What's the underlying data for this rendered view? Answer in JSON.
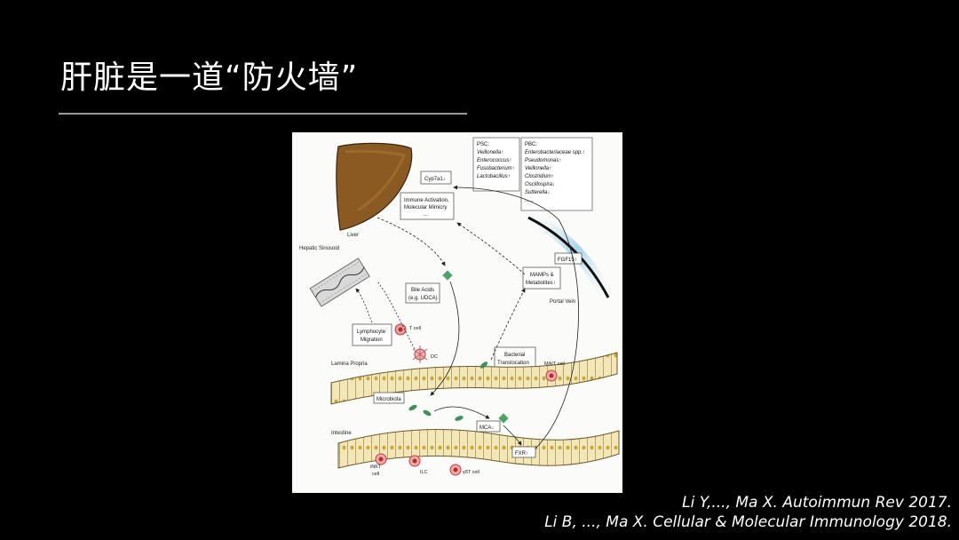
{
  "slide": {
    "title": "肝脏是一道“防火墙”"
  },
  "figure": {
    "labels": {
      "liver": "Liver",
      "hepatic_sinusoid": "Hepatic Sinusoid",
      "lamina_propria": "Lamina Propria",
      "intestine": "Intestine",
      "portal_vein": "Portal Vein",
      "t_cell": "T cell",
      "dc": "DC",
      "mait_cell": "MAIT cell",
      "inkt_cell_1": "iNKT",
      "inkt_cell_2": "cell",
      "ilc": "ILC",
      "gdt_cell": "γδT cell"
    },
    "boxes": {
      "cyp7a1": "Cyp7a1↓",
      "immune_1": "Immune Activation,",
      "immune_2": "Molecular Mimicry",
      "immune_3": "...",
      "bile_1": "Bile Acids",
      "bile_2": "(e.g. UDCA)",
      "lympho_1": "Lymphocyte",
      "lympho_2": "Migration",
      "fgf15": "FGF15↑",
      "mamps_1": "MAMPs &",
      "mamps_2": "Metabolites↑",
      "bact_1": "Bacterial",
      "bact_2": "Translocation",
      "microbiota": "Microbiota",
      "mca": "MCA↓",
      "fxr": "FXR↑"
    },
    "psc": {
      "title": "PSC:",
      "items": [
        "Veillonella↑",
        "Enterococcus↑",
        "Fusobacterium↑",
        "Lactobacillus↑"
      ]
    },
    "pbc": {
      "title": "PBC:",
      "items": [
        "Enterobacteriaceae spp.↑",
        "Pseudomonas↑",
        "Veillonella↑",
        "Clostridium↑",
        "Oscillospira↓",
        "Sutterella↓",
        "......"
      ]
    }
  },
  "citations": [
    "Li Y,..., Ma X. Autoimmun Rev 2017.",
    "Li B, ..., Ma X. Cellular & Molecular Immunology 2018."
  ]
}
